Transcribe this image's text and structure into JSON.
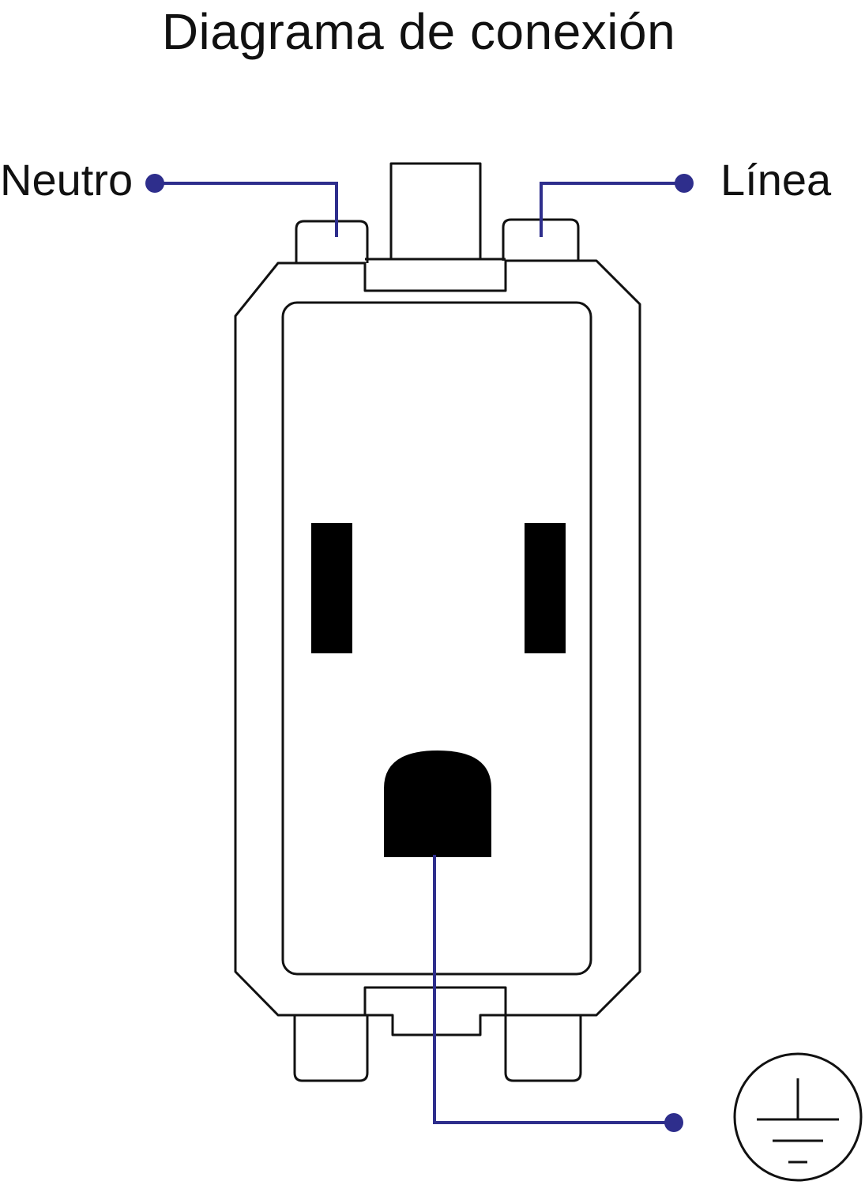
{
  "diagram": {
    "title": "Diagrama de conexión",
    "labels": {
      "neutral": "Neutro",
      "line": "Línea"
    },
    "icons": {
      "ground": "ground-symbol-icon"
    },
    "colors": {
      "wire": "#2e2e8c",
      "outline": "#111111",
      "slot": "#000000"
    }
  }
}
